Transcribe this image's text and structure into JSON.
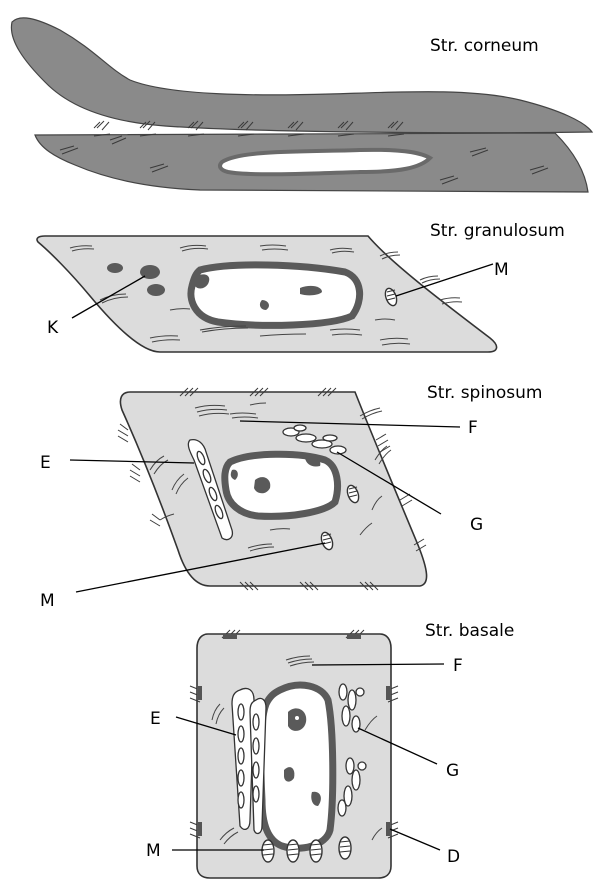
{
  "layers": {
    "corneum": "Str. corneum",
    "granulosum": "Str. granulosum",
    "spinosum": "Str. spinosum",
    "basale": "Str. basale"
  },
  "labels": {
    "granulosum_keratohyalin": "K",
    "granulosum_mito": "M",
    "spinosum_fibrils": "F",
    "spinosum_er": "E",
    "spinosum_golgi": "G",
    "spinosum_mito": "M",
    "basale_fibrils": "F",
    "basale_er": "E",
    "basale_golgi": "G",
    "basale_mito": "M",
    "basale_desmosome": "D"
  }
}
